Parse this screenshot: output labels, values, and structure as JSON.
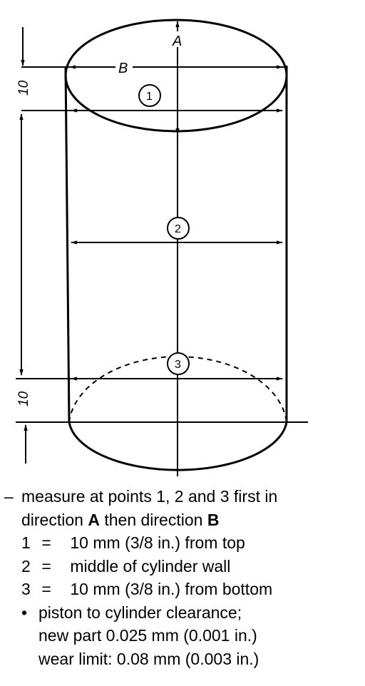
{
  "diagram": {
    "label_a": "A",
    "label_b": "B",
    "points": [
      "1",
      "2",
      "3"
    ],
    "dim_top": "10",
    "dim_bottom": "10"
  },
  "legend": {
    "dash": "–",
    "intro_line1": "measure at points 1, 2 and 3 first in",
    "intro_line2_pre": "direction ",
    "dir_a": "A",
    "intro_line2_mid": " then direction ",
    "dir_b": "B",
    "items": [
      {
        "num": "1",
        "eq": "=",
        "text": "10 mm (3/8 in.) from top"
      },
      {
        "num": "2",
        "eq": "=",
        "text": "middle of cylinder wall"
      },
      {
        "num": "3",
        "eq": "=",
        "text": "10 mm (3/8 in.) from bottom"
      }
    ],
    "bullet": "•",
    "bullet_line1": "piston to cylinder clearance;",
    "bullet_line2": "new part 0.025 mm (0.001 in.)",
    "bullet_line3": "wear limit: 0.08 mm (0.003 in.)"
  }
}
